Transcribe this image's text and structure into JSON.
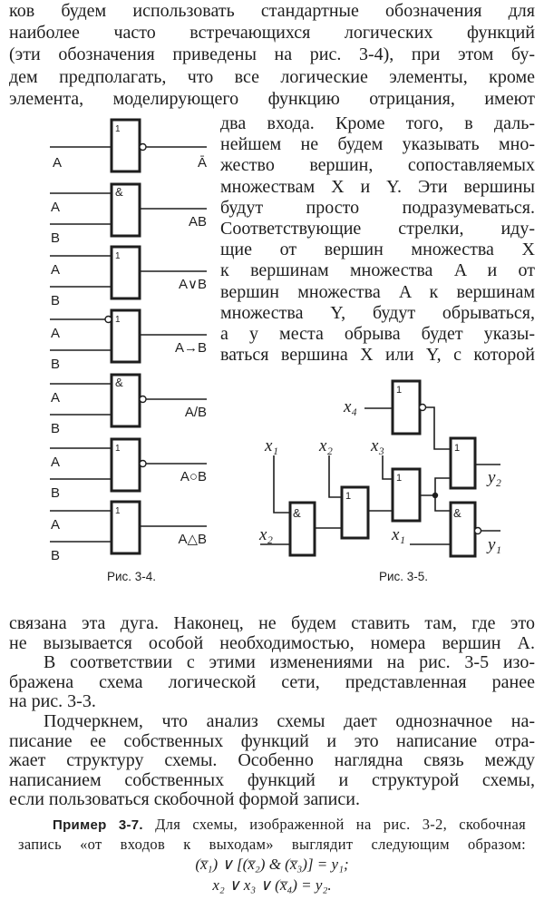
{
  "top_lines": [
    "ков будем использовать стандартные обозначения для",
    "наиболее часто встречающихся логических функций",
    "(эти обозначения приведены на рис. 3-4), при этом бу-",
    "дем предполагать, что все логические элементы, кроме",
    "элемента, моделирующего функцию отрицания, имеют"
  ],
  "right_lines": [
    "два входа. Кроме того, в даль-",
    "нейшем не будем указывать мно-",
    "жество вершин, сопоставляемых",
    "множествам X и Y. Эти вершины",
    "будут просто подразумеваться.",
    "Соответствующие стрелки, иду-",
    "щие от вершин множества X",
    "к вершинам множества A и от",
    "вершин множества A к вершинам",
    "множества Y, будут обрываться,",
    "а у места обрыва будет указы-",
    "ваться вершина X или Y, с которой"
  ],
  "bottom_lines": [
    "связана эта дуга. Наконец, не будем ставить там, где это",
    "не вызывается особой необходимостью, номера вершин A.",
    "В соответствии с этими изменениями на рис. 3-5 изо-",
    "бражена схема логической сети, представленная ранее",
    "на рис. 3-3.",
    "Подчеркнем, что анализ схемы дает однозначное на-",
    "писание ее собственных функций и это написание отра-",
    "жает структуру схемы. Особенно наглядна связь между",
    "написанием собственных функций и структурой схемы,",
    "если пользоваться скобочной формой записи."
  ],
  "example": {
    "title": "Пример 3-7.",
    "line1": "Для схемы, изображенной на рис. 3-2, скобочная",
    "line2": "запись «от входов к выходам» выглядит следующим образом:",
    "formula1": "(x̅₁) ∨ [(x̅₂) & (x̅₃)] = y₁;",
    "formula2": "x₂ ∨ x₃ ∨ (x̅₄) = y₂."
  },
  "fig34": {
    "caption": "Рис. 3-4.",
    "gates": [
      {
        "symbol": "1",
        "out_neg": true,
        "in_neg": false,
        "inputs": [
          "A"
        ],
        "output": "Ā"
      },
      {
        "symbol": "&",
        "out_neg": false,
        "in_neg": false,
        "inputs": [
          "A",
          "B"
        ],
        "output": "AB"
      },
      {
        "symbol": "1",
        "out_neg": false,
        "in_neg": false,
        "inputs": [
          "A",
          "B"
        ],
        "output": "A∨B"
      },
      {
        "symbol": "1",
        "out_neg": false,
        "in_neg": true,
        "inputs": [
          "A",
          "B"
        ],
        "output": "A→B"
      },
      {
        "symbol": "&",
        "out_neg": true,
        "in_neg": false,
        "inputs": [
          "A",
          "B"
        ],
        "output": "A/B"
      },
      {
        "symbol": "1",
        "out_neg": true,
        "in_neg": false,
        "inputs": [
          "A",
          "B"
        ],
        "output": "A○B"
      },
      {
        "symbol": "1",
        "out_neg": false,
        "in_neg": false,
        "inputs": [
          "A",
          "B"
        ],
        "output": "A△B"
      }
    ]
  },
  "fig35": {
    "caption": "Рис. 3-5.",
    "labels": {
      "x4": "x₄",
      "x1a": "x₁",
      "x2a": "x₂",
      "x3": "x₃",
      "x2b": "x₂",
      "x1b": "x₁",
      "y2": "y₂",
      "y1": "y₁"
    },
    "gate_symbols": {
      "not": "1",
      "and1": "&",
      "or1": "1",
      "or2": "1",
      "or_y2": "1",
      "and_y1": "&"
    }
  }
}
